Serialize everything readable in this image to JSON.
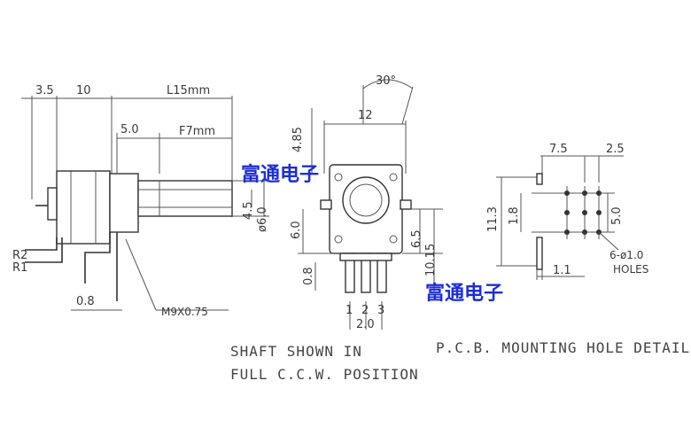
{
  "side_view": {
    "dim_a": "3.5",
    "dim_b": "10",
    "dim_l": "L15mm",
    "dim_c": "5.0",
    "dim_f": "F7mm",
    "dim_d1": "4.5",
    "dim_d2": "ø6.0",
    "dim_e": "0.8",
    "pin_r2": "R2",
    "pin_r1": "R1",
    "thread": "M9X0.75"
  },
  "front_view": {
    "angle": "30°",
    "dim_height": "4.85",
    "dim_width": "12",
    "dim_left": "6.0",
    "dim_pin": "0.8",
    "dim_r1": "6.5",
    "dim_r2": "10.15",
    "pin_labels": [
      "1",
      "2",
      "3"
    ],
    "pitch": "2.0"
  },
  "pcb_detail": {
    "dim_a": "7.5",
    "dim_b": "2.5",
    "dim_h1": "11.3",
    "dim_h2": "1.8",
    "dim_h3": "5.0",
    "dim_w": "1.1",
    "holes_line1": "6-ø1.0",
    "holes_line2": "HOLES"
  },
  "notes": {
    "shaft_line1": "SHAFT SHOWN IN",
    "shaft_line2": "FULL C.C.W. POSITION",
    "pcb_title": "P.C.B. MOUNTING HOLE DETAIL"
  },
  "watermark": {
    "text1": "富通电子",
    "text2": "富通电子",
    "color": "#1c2dd8"
  },
  "colors": {
    "dimension_red": "#d42020"
  }
}
